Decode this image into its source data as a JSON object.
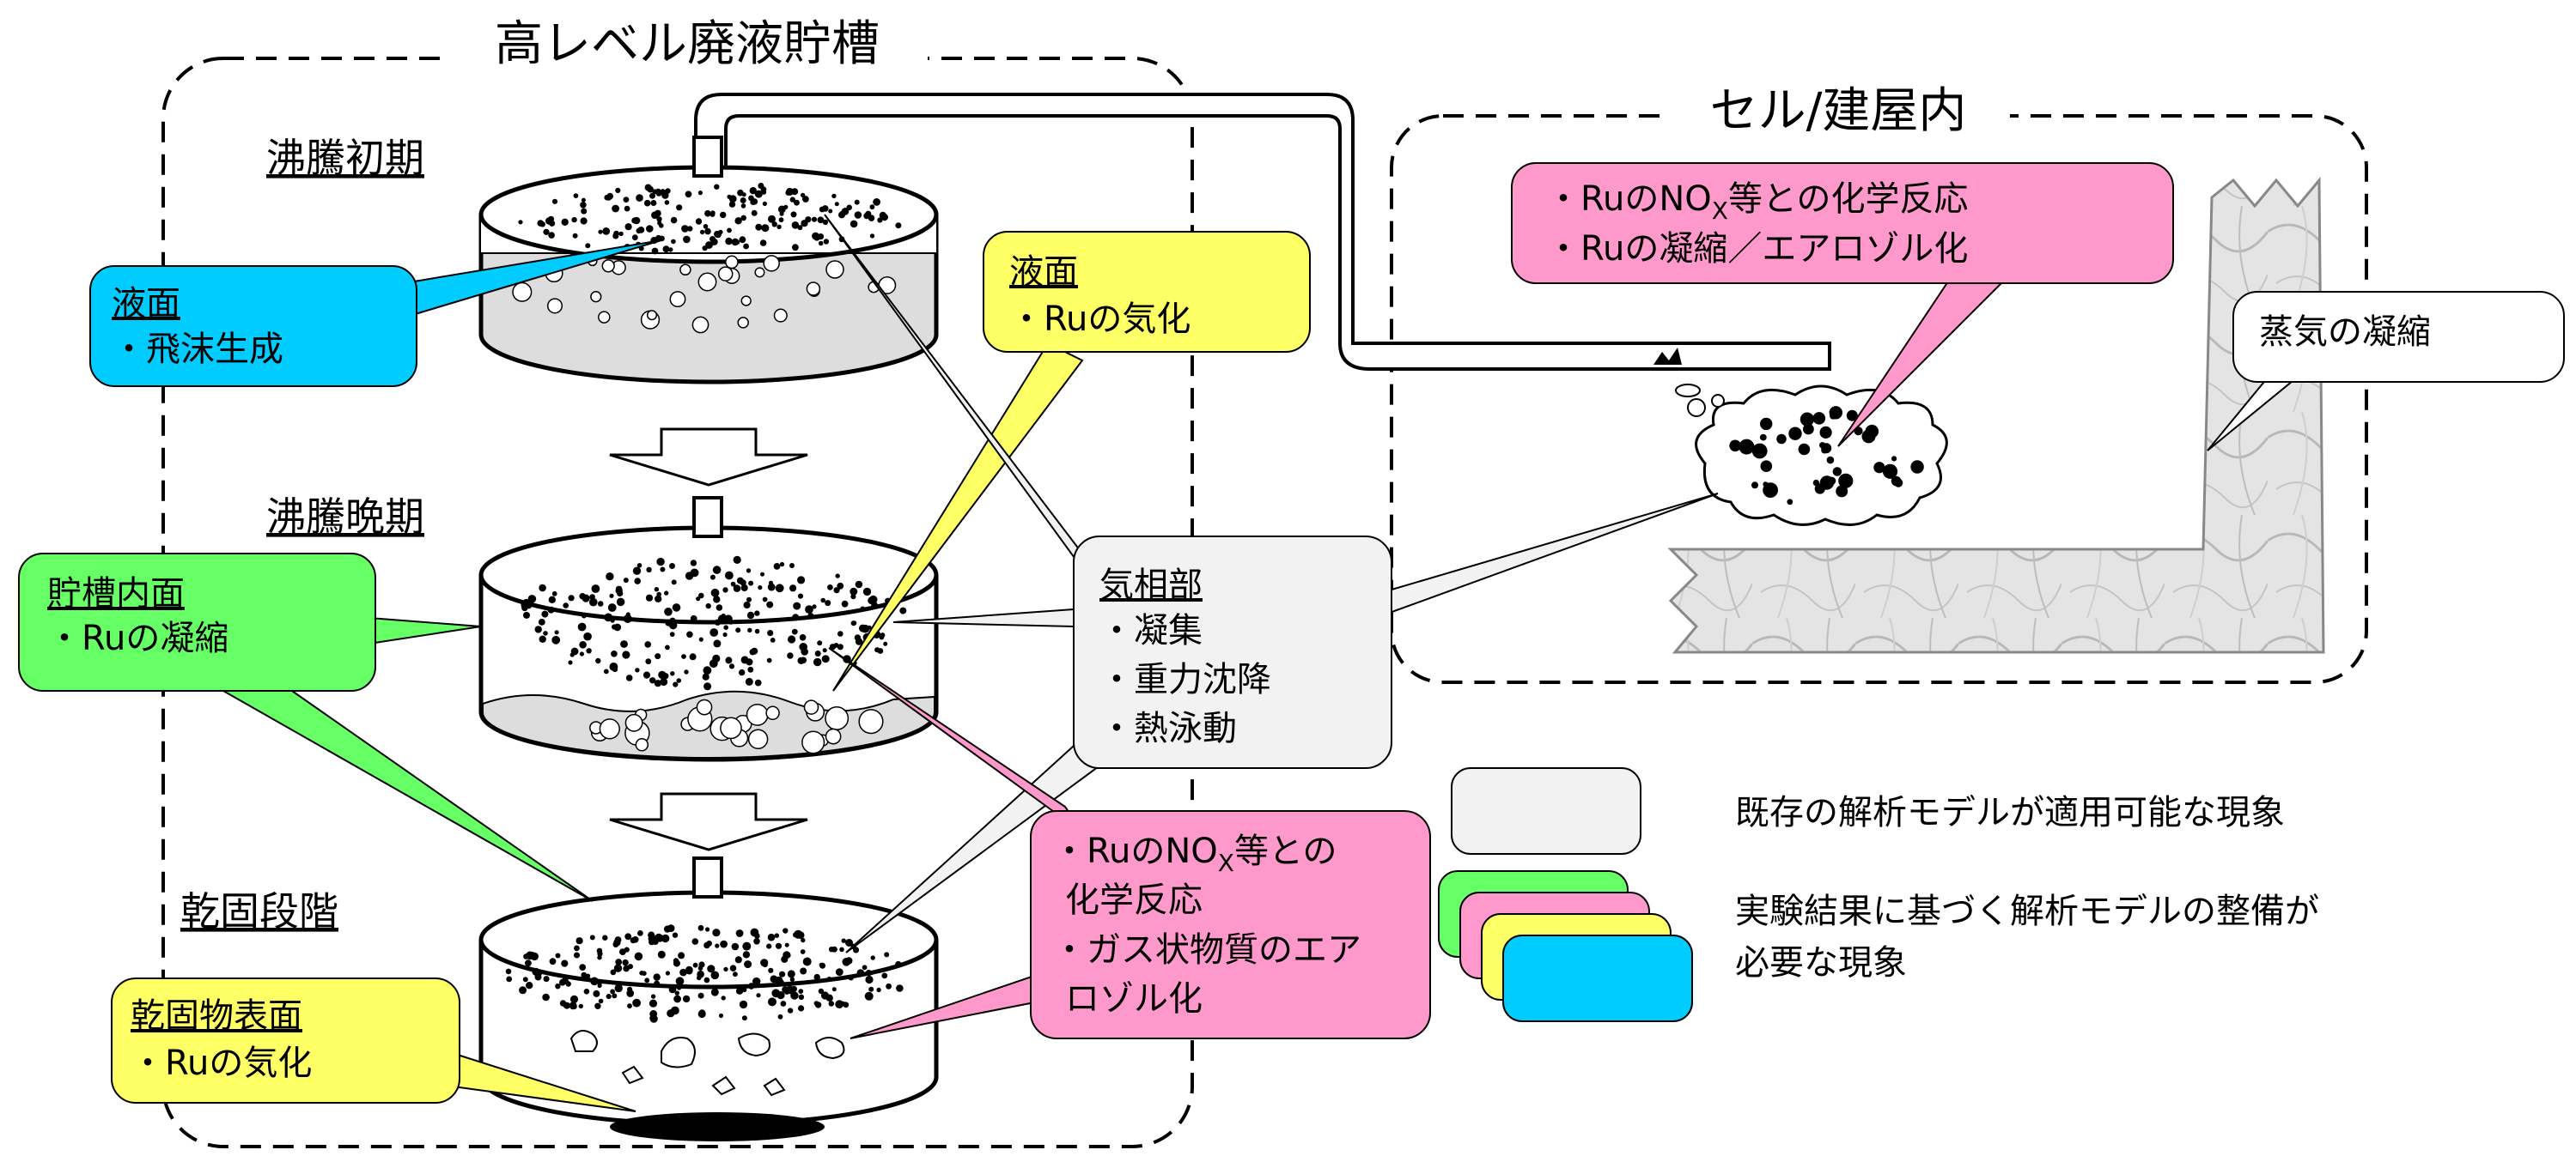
{
  "titles": {
    "tank": "高レベル廃液貯槽",
    "cell": "セル/建屋内"
  },
  "stages": {
    "early": "沸騰初期",
    "late": "沸騰晩期",
    "dry": "乾固段階"
  },
  "callouts": {
    "liquid_surface_spray": {
      "heading": "液面",
      "lines": [
        "・飛沫生成"
      ],
      "color": "#00ccff"
    },
    "liquid_surface_vapor": {
      "heading": "液面",
      "lines": [
        "・Ruの気化"
      ],
      "color": "#ffff66"
    },
    "tank_inner": {
      "heading": "貯槽内面",
      "lines": [
        "・Ruの凝縮"
      ],
      "color": "#66ff66"
    },
    "gas_phase": {
      "heading": "気相部",
      "lines": [
        "・凝集",
        "・重力沈降",
        "・熱泳動"
      ],
      "color": "#f2f2f2"
    },
    "chem_tank": {
      "lines_prefix": "・RuのNO",
      "sub": "X",
      "lines_suffix": "等との",
      "line2": "化学反応",
      "line3": "・ガス状物質のエア",
      "line4": "ロゾル化",
      "color": "#ff99cc"
    },
    "dry_surface": {
      "heading": "乾固物表面",
      "lines": [
        "・Ruの気化"
      ],
      "color": "#ffff66"
    },
    "chem_cell": {
      "line1_prefix": "・RuのNO",
      "sub": "X",
      "line1_suffix": "等との化学反応",
      "line2": "・Ruの凝縮／エアロゾル化",
      "color": "#ff99cc"
    },
    "steam_condense": {
      "text": "蒸気の凝縮",
      "color": "#ffffff"
    }
  },
  "legend": {
    "existing": "既存の解析モデルが適用可能な現象",
    "needed_line1": "実験結果に基づく解析モデルの整備が",
    "needed_line2": "必要な現象",
    "box_colors": [
      "#66ff66",
      "#ff99cc",
      "#ffff66",
      "#00ccff"
    ]
  }
}
